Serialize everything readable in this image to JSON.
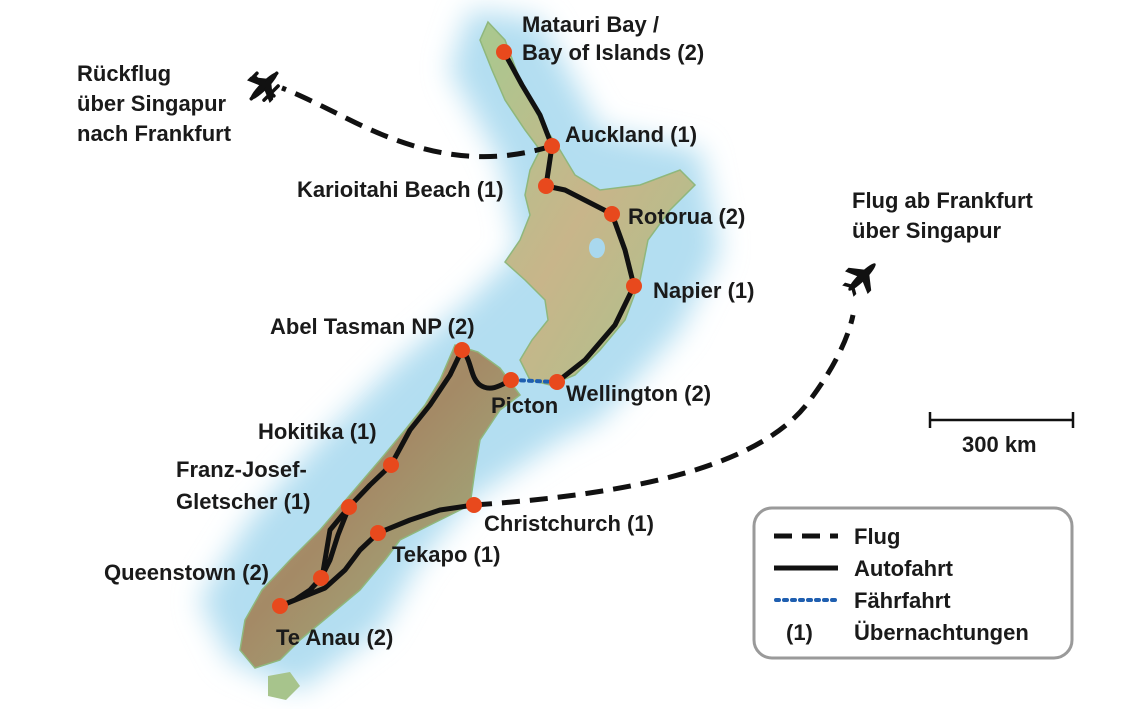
{
  "map": {
    "places": [
      {
        "id": "matauri",
        "lines": [
          "Matauri Bay /",
          "Bay of Islands (2)"
        ]
      },
      {
        "id": "auckland",
        "lines": [
          "Auckland (1)"
        ]
      },
      {
        "id": "karioitahi",
        "lines": [
          "Karioitahi Beach (1)"
        ]
      },
      {
        "id": "rotorua",
        "lines": [
          "Rotorua (2)"
        ]
      },
      {
        "id": "napier",
        "lines": [
          "Napier (1)"
        ]
      },
      {
        "id": "abel",
        "lines": [
          "Abel Tasman NP (2)"
        ]
      },
      {
        "id": "picton",
        "lines": [
          "Picton"
        ]
      },
      {
        "id": "wellington",
        "lines": [
          "Wellington (2)"
        ]
      },
      {
        "id": "hokitika",
        "lines": [
          "Hokitika (1)"
        ]
      },
      {
        "id": "franz",
        "lines": [
          "Franz-Josef-",
          "Gletscher (1)"
        ]
      },
      {
        "id": "christchurch",
        "lines": [
          "Christchurch (1)"
        ]
      },
      {
        "id": "tekapo",
        "lines": [
          "Tekapo (1)"
        ]
      },
      {
        "id": "queenstown",
        "lines": [
          "Queenstown (2)"
        ]
      },
      {
        "id": "teanau",
        "lines": [
          "Te Anau (2)"
        ]
      }
    ],
    "flight_notes": {
      "return": [
        "Rückflug",
        "über Singapur",
        "nach Frankfurt"
      ],
      "outbound": [
        "Flug ab Frankfurt",
        "über Singapur"
      ]
    },
    "scale": "300 km",
    "legend": {
      "flight": "Flug",
      "car": "Autofahrt",
      "ferry": "Fährfahrt",
      "nights_symbol": "(1)",
      "nights": "Übernachtungen"
    },
    "colors": {
      "water": "#bfe3f2",
      "water_edge": "#dff1f9",
      "land_low": "#9cc28a",
      "land_high": "#c9b48c",
      "route": "#111111",
      "ferry": "#1f5fb0",
      "stop": "#e8491d"
    }
  }
}
